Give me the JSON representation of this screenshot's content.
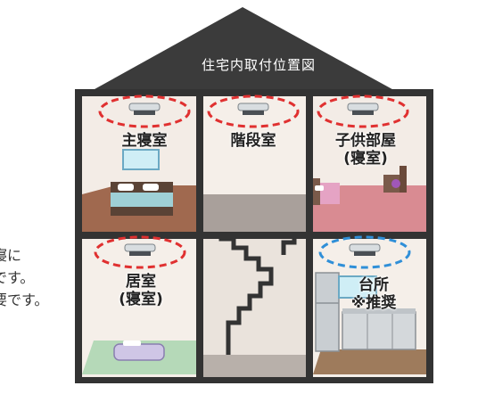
{
  "diagram_title": "住宅内取付位置図",
  "rooms": {
    "master_bedroom": "主寝室",
    "stairs": "階段室",
    "kids_room_line1": "子供部屋",
    "kids_room_line2": "(寝室)",
    "living_line1": "居室",
    "living_line2": "(寝室)",
    "kitchen_line1": "台所",
    "kitchen_line2": "※推奨"
  },
  "side_note": [
    "寝に",
    "です。",
    "要です。"
  ],
  "colors": {
    "roof": "#3a3a3a",
    "required_ring": "#e03030",
    "recommended_ring": "#2f8fd8",
    "wood_floor": "#9e7b5c",
    "pink_floor": "#d98b92",
    "green_floor": "#b5d9b8"
  }
}
